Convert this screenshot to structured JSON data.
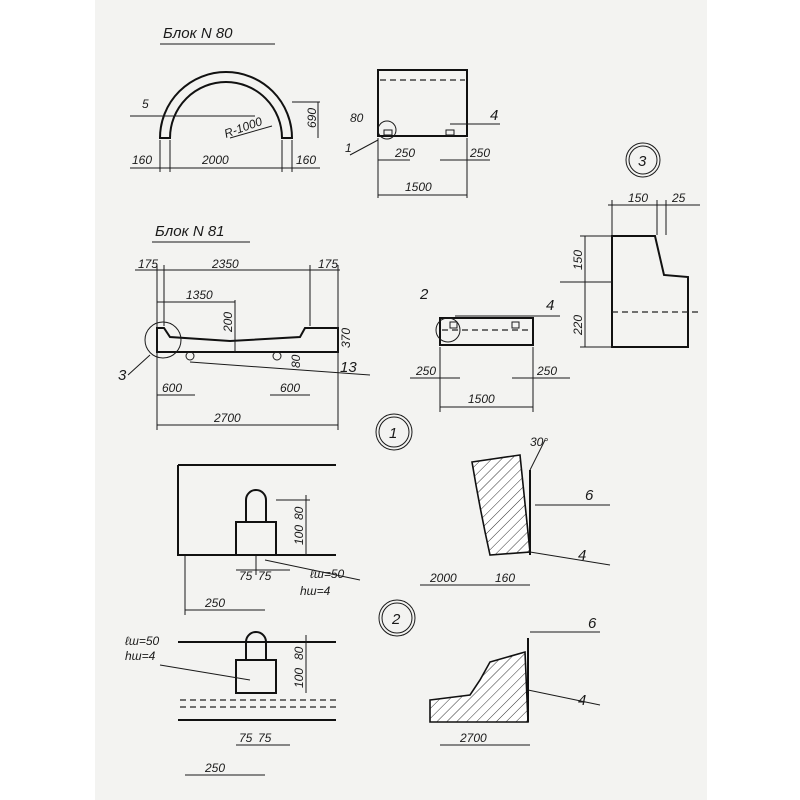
{
  "titles": {
    "block80": "Блок N 80",
    "block81": "Блок N 81"
  },
  "block80": {
    "dims": [
      "160",
      "2000",
      "160",
      "690",
      "R-1000",
      "80",
      "250",
      "250",
      "1500"
    ],
    "callouts": [
      "5",
      "1",
      "4"
    ]
  },
  "block81": {
    "dims": [
      "175",
      "2350",
      "175",
      "1350",
      "200",
      "370",
      "80",
      "600",
      "600",
      "2700",
      "250",
      "250",
      "1500"
    ],
    "callouts": [
      "3",
      "13",
      "2",
      "4"
    ]
  },
  "detail3": {
    "marker": "3",
    "dims": [
      "150",
      "25",
      "150",
      "220"
    ]
  },
  "detail1": {
    "marker": "1",
    "dims": [
      "100",
      "80",
      "75",
      "75",
      "250",
      "ℓш=50",
      "hш=4",
      "2000",
      "160",
      "30°"
    ],
    "callouts": [
      "6",
      "4"
    ]
  },
  "detail2": {
    "marker": "2",
    "dims": [
      "ℓш=50",
      "hш=4",
      "100",
      "80",
      "75",
      "75",
      "250",
      "2700"
    ],
    "callouts": [
      "6",
      "4"
    ]
  }
}
